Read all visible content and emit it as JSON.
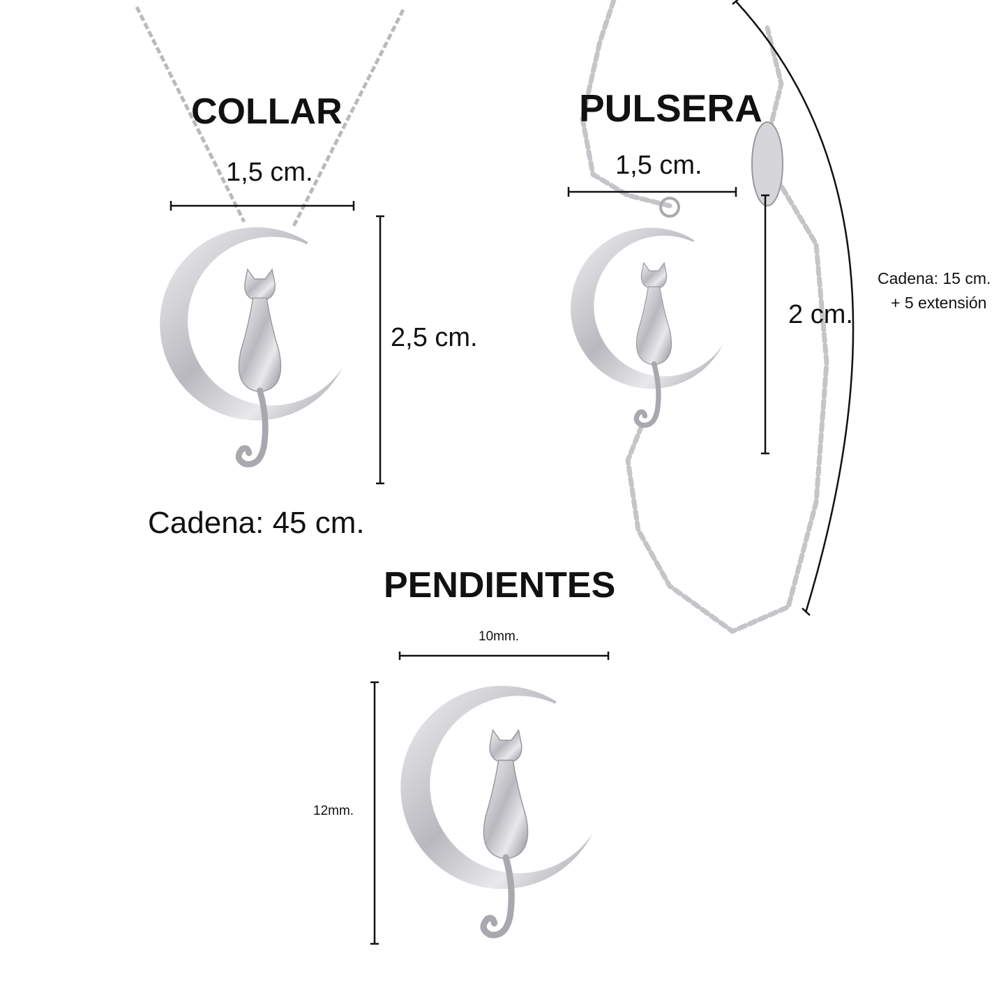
{
  "collar": {
    "title": "COLLAR",
    "width_label": "1,5 cm.",
    "height_label": "2,5 cm.",
    "chain_label": "Cadena: 45 cm."
  },
  "pulsera": {
    "title": "PULSERA",
    "width_label": "1,5 cm.",
    "height_label": "2 cm.",
    "chain_label_line1": "Cadena: 15 cm.",
    "chain_label_line2": "+ 5 extensión"
  },
  "pendientes": {
    "title": "PENDIENTES",
    "width_label": "10mm.",
    "height_label": "12mm."
  },
  "colors": {
    "text": "#111111",
    "silver": "#c8c8cc",
    "silver_dark": "#8e8e94"
  }
}
